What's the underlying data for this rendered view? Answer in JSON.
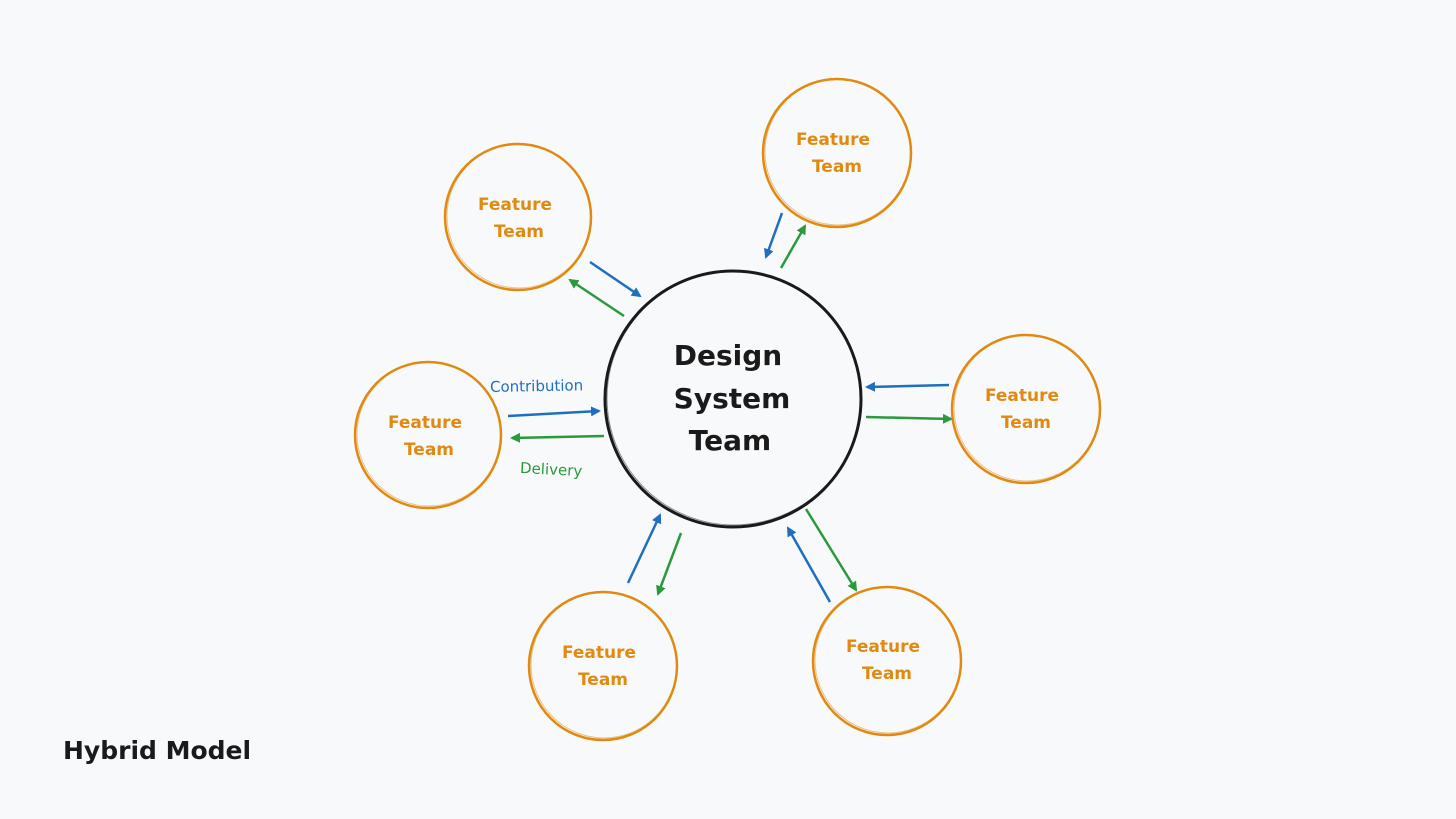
{
  "center": {
    "lines": [
      "Design",
      "System",
      "Team"
    ]
  },
  "feature_teams": [
    {
      "lines": [
        "Feature",
        "Team"
      ]
    },
    {
      "lines": [
        "Feature",
        "Team"
      ]
    },
    {
      "lines": [
        "Feature",
        "Team"
      ]
    },
    {
      "lines": [
        "Feature",
        "Team"
      ]
    },
    {
      "lines": [
        "Feature",
        "Team"
      ]
    },
    {
      "lines": [
        "Feature",
        "Team"
      ]
    }
  ],
  "edge_labels": {
    "contribution": "Contribution",
    "delivery": "Delivery"
  },
  "caption": "Hybrid Model",
  "colors": {
    "background": "#f8f9fa",
    "center_stroke": "#1a1a1a",
    "feature": "#e08a12",
    "contribution": "#1f6fc0",
    "delivery": "#2a9a3c"
  }
}
